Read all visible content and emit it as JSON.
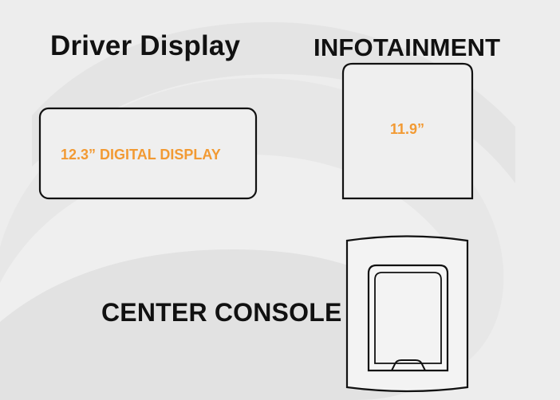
{
  "sections": {
    "driver_display": {
      "title": "Driver Display",
      "label": "12.3” DIGITAL DISPLAY"
    },
    "infotainment": {
      "title": "INFOTAINMENT",
      "label": "11.9”"
    },
    "center_console": {
      "title": "CENTER CONSOLE"
    }
  },
  "colors": {
    "background": "#ededed",
    "heading": "#111111",
    "accent": "#f29a33",
    "outline": "#111111",
    "watermark": "#e3e3e3"
  },
  "icons": {
    "background_mark": "swirl-watermark-icon"
  }
}
